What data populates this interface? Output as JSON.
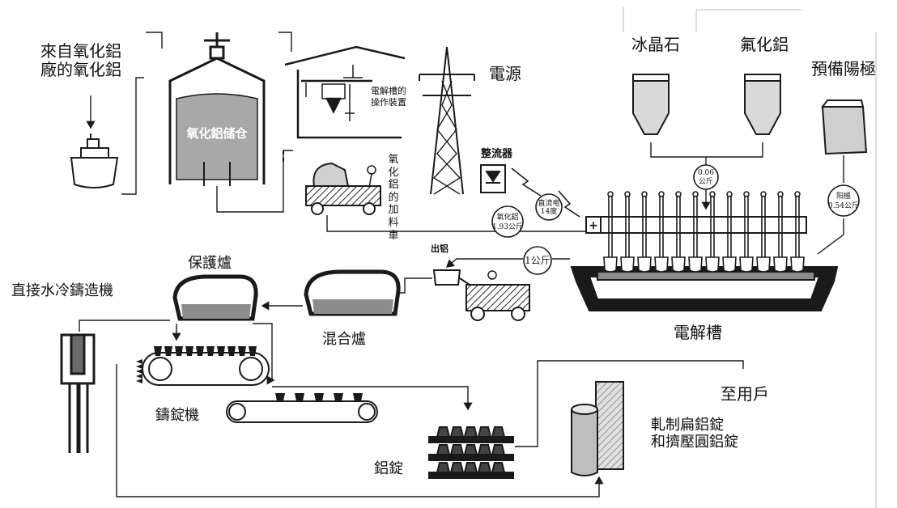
{
  "labels": {
    "alumina_source": [
      "來自氧化鋁",
      "廠的氧化鋁"
    ],
    "alumina_silo": "氧化鋁储仓",
    "cell_operation_device": [
      "電解槽的",
      "操作裝置"
    ],
    "alumina_feeder_truck": [
      "氧",
      "化",
      "鋁",
      "的",
      "加",
      "料",
      "車"
    ],
    "power_source": "電源",
    "rectifier": "整流器",
    "cryolite": "冰晶石",
    "aluminum_fluoride": "氟化鋁",
    "prebaked_anode": "預備陽極",
    "electrolytic_cell": "電解槽",
    "tapping": "出铝",
    "holding_furnace": "保護爐",
    "mixing_furnace": "混合爐",
    "dc_casting_machine": "直接水冷鑄造機",
    "ingot_casting_machine": "鑄錠機",
    "aluminum_ingot": "鋁錠",
    "to_users": "至用戶",
    "rolled_extruded_products": [
      "軋制扁鋁錠",
      "和擠壓圓鋁錠"
    ]
  },
  "circle_values": {
    "fluoride_dose": [
      "0.06",
      "公斤"
    ],
    "dc_power": [
      "直流电",
      "14度"
    ],
    "alumina_feed": [
      "氧化鋁",
      "1.93公斤"
    ],
    "anode_use": [
      "阳極",
      "0.54公斤"
    ],
    "aluminum_output": "1公斤"
  },
  "cell_polarity": "+",
  "colors": {
    "line": "#1a1a1a",
    "alumina_fill": "#a8a8a8",
    "molten_metal": "#8c8c8c"
  }
}
